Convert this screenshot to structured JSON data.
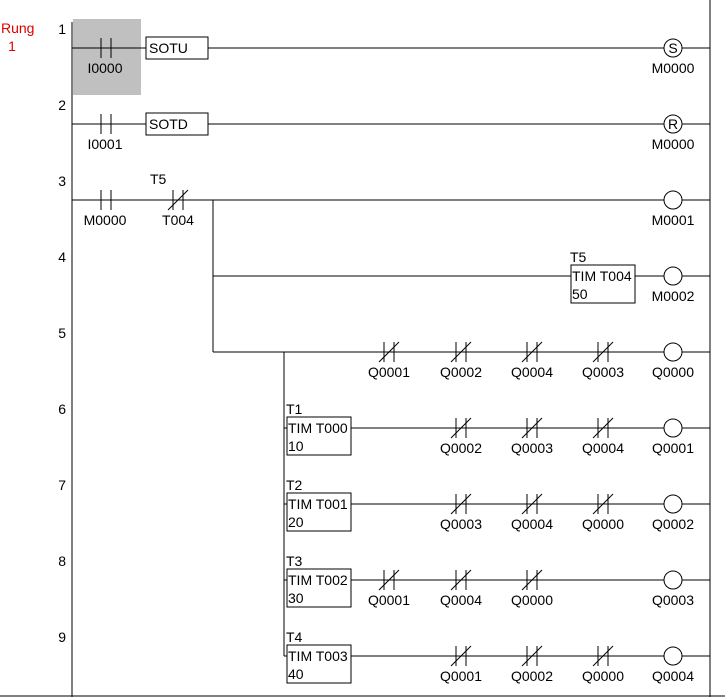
{
  "header": {
    "rung_label": "Rung",
    "rung_number": "1"
  },
  "colors": {
    "rung_label": "#e00000",
    "selection": "#c0c0c0",
    "line": "#000000"
  },
  "rungs": [
    {
      "number": "1",
      "elements": [
        {
          "type": "contact_no",
          "label": "I0000",
          "selected": true
        },
        {
          "type": "box",
          "text": "SOTU"
        },
        {
          "type": "coil_set",
          "symbol": "S",
          "label": "M0000"
        }
      ]
    },
    {
      "number": "2",
      "elements": [
        {
          "type": "contact_no",
          "label": "I0001"
        },
        {
          "type": "box",
          "text": "SOTD"
        },
        {
          "type": "coil_reset",
          "symbol": "R",
          "label": "M0000"
        }
      ]
    },
    {
      "number": "3",
      "elements": [
        {
          "type": "contact_no",
          "label": "M0000"
        },
        {
          "type": "contact_nc",
          "label": "T004",
          "tag": "T5"
        },
        {
          "type": "coil",
          "label": "M0001"
        }
      ]
    },
    {
      "number": "4",
      "elements": [
        {
          "type": "timer",
          "tag": "T5",
          "text": "TIM T004",
          "preset": "50"
        },
        {
          "type": "coil",
          "label": "M0002"
        }
      ]
    },
    {
      "number": "5",
      "elements": [
        {
          "type": "contact_nc",
          "label": "Q0001"
        },
        {
          "type": "contact_nc",
          "label": "Q0002"
        },
        {
          "type": "contact_nc",
          "label": "Q0004"
        },
        {
          "type": "contact_nc",
          "label": "Q0003"
        },
        {
          "type": "coil",
          "label": "Q0000"
        }
      ]
    },
    {
      "number": "6",
      "elements": [
        {
          "type": "timer",
          "tag": "T1",
          "text": "TIM T000",
          "preset": "10"
        },
        {
          "type": "contact_nc",
          "label": "Q0002"
        },
        {
          "type": "contact_nc",
          "label": "Q0003"
        },
        {
          "type": "contact_nc",
          "label": "Q0004"
        },
        {
          "type": "coil",
          "label": "Q0001"
        }
      ]
    },
    {
      "number": "7",
      "elements": [
        {
          "type": "timer",
          "tag": "T2",
          "text": "TIM T001",
          "preset": "20"
        },
        {
          "type": "contact_nc",
          "label": "Q0003"
        },
        {
          "type": "contact_nc",
          "label": "Q0004"
        },
        {
          "type": "contact_nc",
          "label": "Q0000"
        },
        {
          "type": "coil",
          "label": "Q0002"
        }
      ]
    },
    {
      "number": "8",
      "elements": [
        {
          "type": "timer",
          "tag": "T3",
          "text": "TIM T002",
          "preset": "30"
        },
        {
          "type": "contact_nc",
          "label": "Q0001"
        },
        {
          "type": "contact_nc",
          "label": "Q0004"
        },
        {
          "type": "contact_nc",
          "label": "Q0000"
        },
        {
          "type": "coil",
          "label": "Q0003"
        }
      ]
    },
    {
      "number": "9",
      "elements": [
        {
          "type": "timer",
          "tag": "T4",
          "text": "TIM T003",
          "preset": "40"
        },
        {
          "type": "contact_nc",
          "label": "Q0001"
        },
        {
          "type": "contact_nc",
          "label": "Q0002"
        },
        {
          "type": "contact_nc",
          "label": "Q0000"
        },
        {
          "type": "coil",
          "label": "Q0004"
        }
      ]
    }
  ]
}
